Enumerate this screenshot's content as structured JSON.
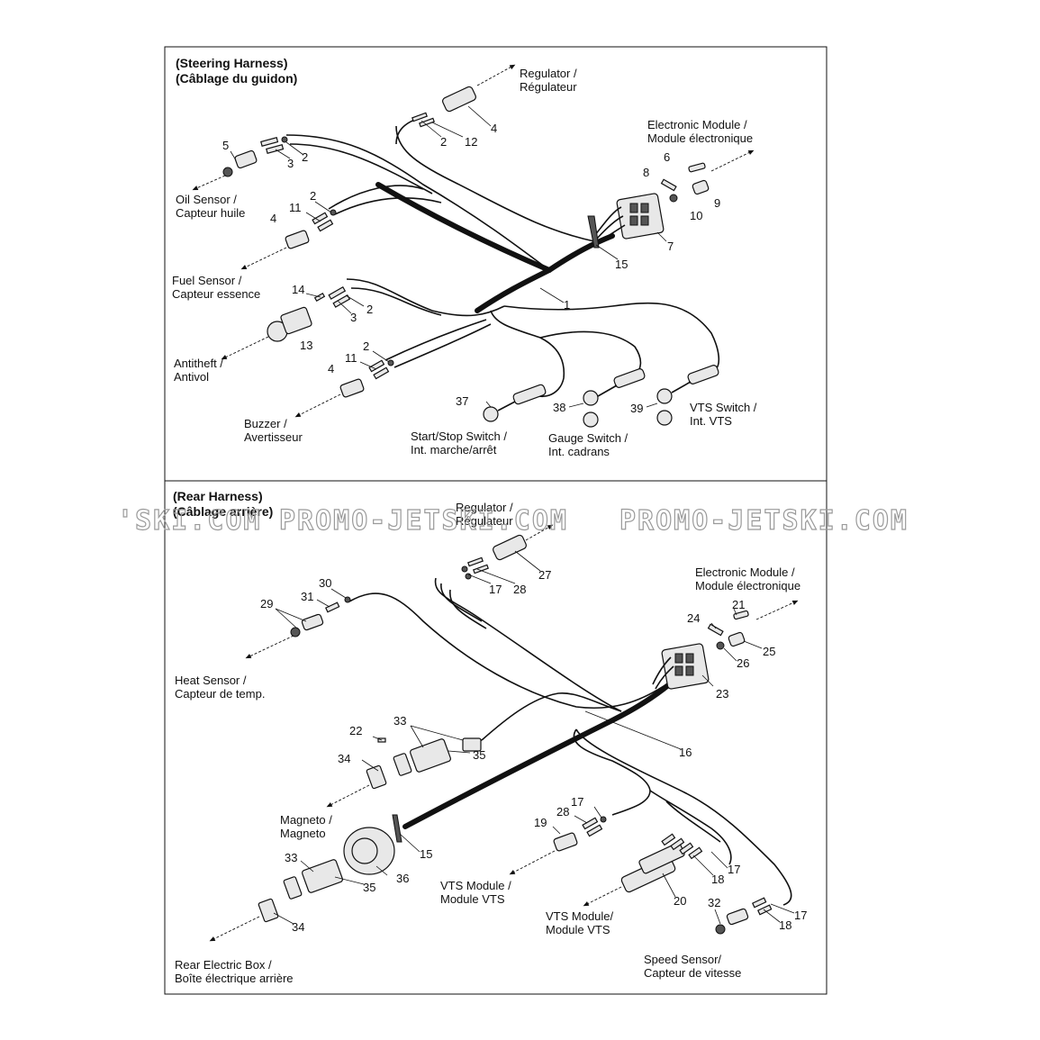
{
  "watermark": {
    "left": "'SKI.COM",
    "middle": "PROMO-JETSKI.COM",
    "right": "PROMO-JETSKI.COM"
  },
  "steering": {
    "title_en": "(Steering Harness)",
    "title_fr": "(Câblage du guidon)",
    "labels": {
      "regulator_en": "Regulator /",
      "regulator_fr": "Régulateur",
      "emodule_en": "Electronic Module /",
      "emodule_fr": "Module électronique",
      "oil_en": "Oil Sensor /",
      "oil_fr": "Capteur huile",
      "fuel_en": "Fuel Sensor /",
      "fuel_fr": "Capteur essence",
      "antitheft_en": "Antitheft /",
      "antitheft_fr": "Antivol",
      "buzzer_en": "Buzzer /",
      "buzzer_fr": "Avertisseur",
      "startstop_en": "Start/Stop Switch /",
      "startstop_fr": "Int. marche/arrêt",
      "gauge_en": "Gauge Switch /",
      "gauge_fr": "Int. cadrans",
      "vts_en": "VTS Switch /",
      "vts_fr": "Int. VTS"
    },
    "numbers": {
      "n5": "5",
      "n3a": "3",
      "n2a": "2",
      "n4a": "4",
      "n2b": "2",
      "n12": "12",
      "n6": "6",
      "n8": "8",
      "n9": "9",
      "n10": "10",
      "n7": "7",
      "n15": "15",
      "n2c": "2",
      "n11a": "11",
      "n4b": "4",
      "n1": "1",
      "n14": "14",
      "n3b": "3",
      "n2d": "2",
      "n13": "13",
      "n2e": "2",
      "n11b": "11",
      "n4c": "4",
      "n37": "37",
      "n38": "38",
      "n39": "39"
    }
  },
  "rear": {
    "title_en": "(Rear Harness)",
    "title_fr": "(Câblage arrière)",
    "labels": {
      "regulator_en": "Regulator /",
      "regulator_fr": "Régulateur",
      "emodule_en": "Electronic Module /",
      "emodule_fr": "Module électronique",
      "heat_en": "Heat Sensor /",
      "heat_fr": "Capteur de temp.",
      "magneto_en": "Magneto /",
      "magneto_fr": "Magneto",
      "vts1_en": "VTS Module /",
      "vts1_fr": "Module VTS",
      "vts2_en": "VTS Module/",
      "vts2_fr": "Module VTS",
      "box_en": "Rear Electric Box /",
      "box_fr": "Boîte électrique arrière",
      "speed_en": "Speed Sensor/",
      "speed_fr": "Capteur de vitesse"
    },
    "numbers": {
      "n30": "30",
      "n29": "29",
      "n31": "31",
      "n27": "27",
      "n17a": "17",
      "n28a": "28",
      "n21": "21",
      "n24": "24",
      "n25": "25",
      "n26": "26",
      "n23": "23",
      "n22": "22",
      "n33a": "33",
      "n35a": "35",
      "n34a": "34",
      "n16": "16",
      "n17b": "17",
      "n28b": "28",
      "n19": "19",
      "n15": "15",
      "n33b": "33",
      "n36": "36",
      "n35b": "35",
      "n18a": "18",
      "n17c": "17",
      "n20": "20",
      "n32": "32",
      "n17d": "17",
      "n18b": "18",
      "n34b": "34"
    }
  }
}
